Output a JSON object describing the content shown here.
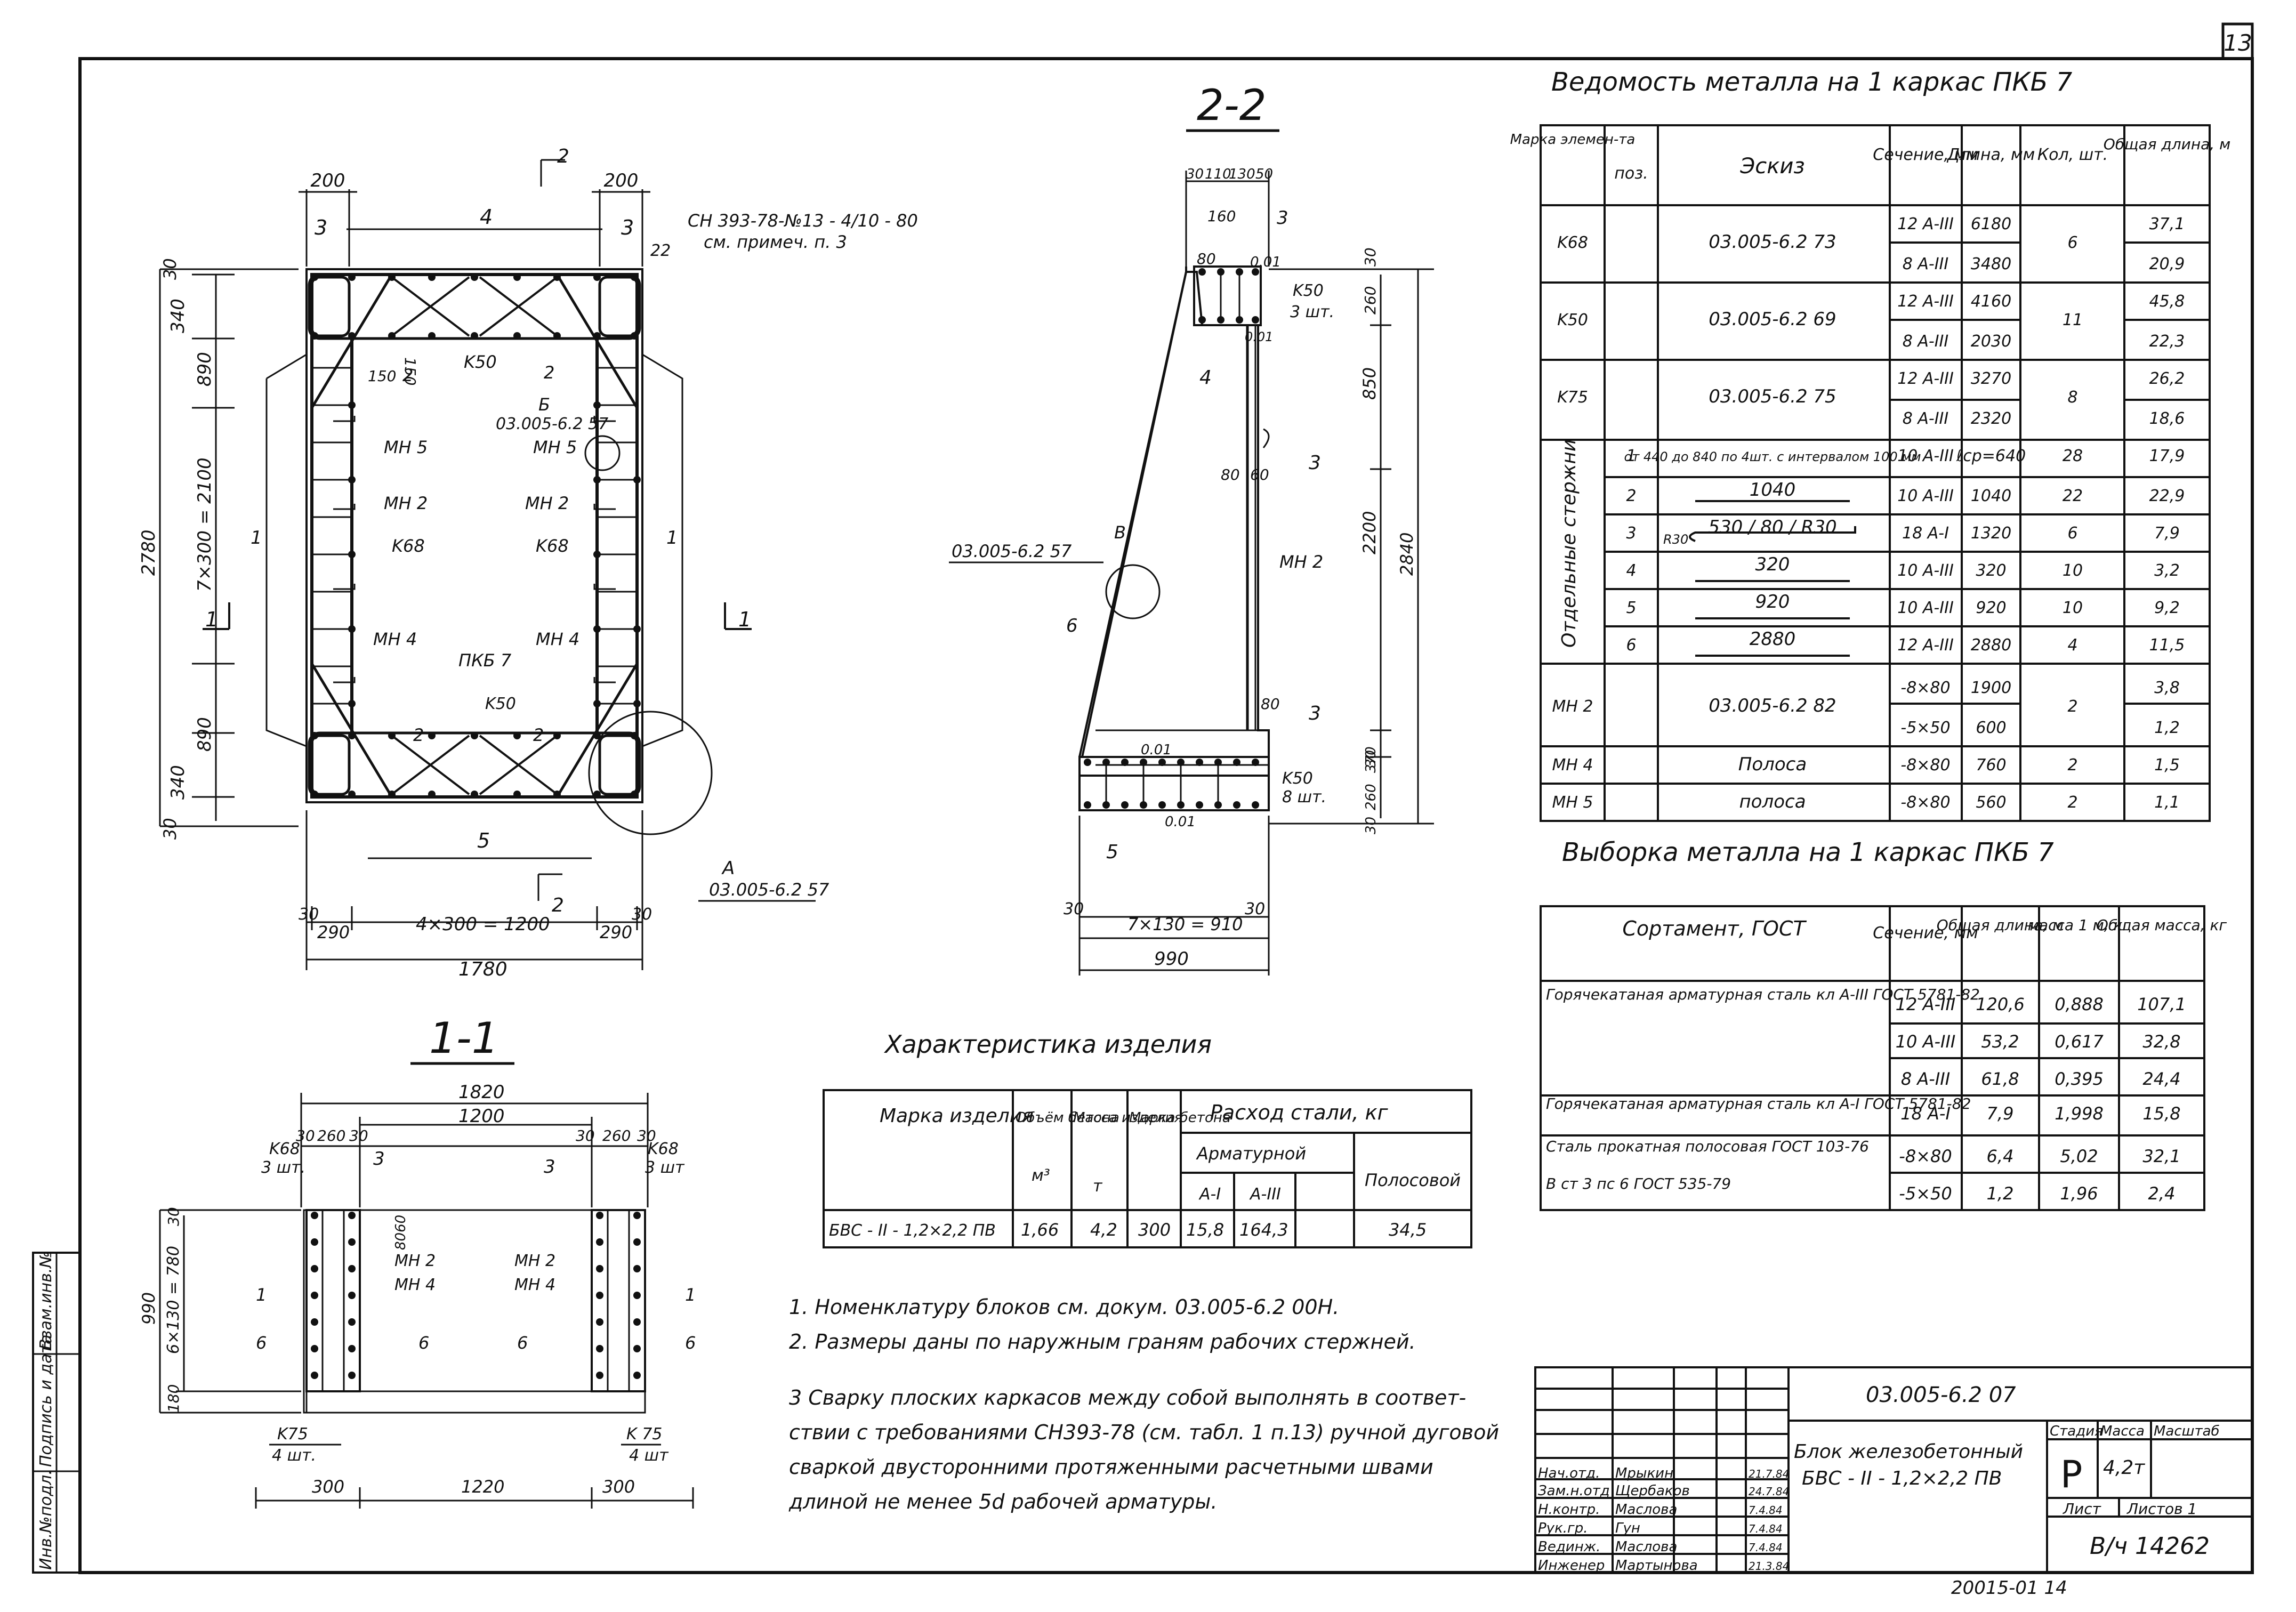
{
  "sheet_number": "13",
  "left_stamp": [
    "Инв.№подл.",
    "Подпись и дата",
    "Взам.инв.№"
  ],
  "views": {
    "plan": {
      "left_top": "200",
      "right_top": "200",
      "label_3l": "3",
      "label_4": "4",
      "label_3r": "3",
      "note": "СН 393-78-№13 - 4/10 - 80",
      "note2": "см. примеч. п. 3",
      "label_22": "22",
      "label_2_top": "2",
      "label_2_bot": "2",
      "dims_left": [
        "30",
        "340",
        "890",
        "7×300 = 2100",
        "2780",
        "890",
        "340",
        "30"
      ],
      "inner": [
        "150",
        "150",
        "2",
        "K50",
        "2",
        "Б",
        "03.005-6.2 57",
        "МН 5",
        "МН 5",
        "МН 2",
        "МН 2",
        "K68",
        "K68",
        "МН 4",
        "МН 4",
        "1",
        "1",
        "ПКБ 7",
        "K50",
        "2",
        "2"
      ],
      "section_1": "1",
      "label_5": "5",
      "callout_A": "А",
      "callout_A_ref": "03.005-6.2 57",
      "bottom_dims": [
        "30",
        "290",
        "4×300 = 1200",
        "290",
        "30"
      ],
      "total_width": "1780"
    },
    "section_22": {
      "title": "2-2",
      "top_dims": [
        "30",
        "110",
        "130",
        "50"
      ],
      "d160": "160",
      "l3a": "3",
      "l80": "80",
      "l001a": "0.01",
      "k50a": "K50",
      "k50a_q": "3 шт.",
      "l001b": "0.01",
      "d30a": "30",
      "d260a": "260",
      "l4": "4",
      "d850": "850",
      "l3b": "3",
      "d80": "80",
      "d60": "60",
      "callout_B": "В",
      "callout_B_ref": "03.005-6.2 57",
      "mn2": "МН 2",
      "d2200": "2200",
      "d2840": "2840",
      "l6": "6",
      "l80b": "80",
      "l3c": "3",
      "l001c": "0.01",
      "l001d": "0.01",
      "k50b": "K50",
      "k50b_q": "8 шт.",
      "d370": "370",
      "d30b": "30",
      "d260b": "260",
      "d30c": "30",
      "l5": "5",
      "bottom_dims": [
        "30",
        "7×130 = 910",
        "30"
      ],
      "total_width": "990"
    },
    "section_11": {
      "title": "1-1",
      "dims_top": [
        "1820",
        "1200",
        "30",
        "260",
        "30",
        "30",
        "260",
        "30"
      ],
      "k68l": "K68",
      "k68l_q": "3 шт.",
      "k68r": "K68",
      "k68r_q": "3 шт",
      "l3l": "3",
      "l3r": "3",
      "dims_left": [
        "30",
        "6×130 = 780",
        "990",
        "180"
      ],
      "d8060": "8060",
      "mn2r": "МН 2",
      "mn4r": "МН 4",
      "mn2l": "МН 2",
      "mn4l": "МН 4",
      "l1l": "1",
      "l1r": "1",
      "l6a": "6",
      "l6b": "6",
      "l6c": "6",
      "l6d": "6",
      "k75l": "K75",
      "k75l_q": "4 шт.",
      "k75r": "K 75",
      "k75r_q": "4 шт",
      "bottom": [
        "300",
        "1220",
        "300"
      ]
    }
  },
  "metal_list": {
    "title": "Ведомость металла на 1 каркас ПКБ 7",
    "headers": [
      "Марка элемен-та",
      "поз.",
      "Эскиз",
      "Сечение, мм",
      "Длина, мм",
      "Кол, шт.",
      "Общая длина, м"
    ],
    "rows": [
      [
        "K68",
        "",
        "03.005-6.2 73",
        "12 A-III",
        "6180",
        "6",
        "37,1"
      ],
      [
        "",
        "",
        "",
        "8 A-III",
        "3480",
        "",
        "20,9"
      ],
      [
        "K50",
        "",
        "03.005-6.2 69",
        "12 A-III",
        "4160",
        "11",
        "45,8"
      ],
      [
        "",
        "",
        "",
        "8 A-III",
        "2030",
        "",
        "22,3"
      ],
      [
        "K75",
        "",
        "03.005-6.2 75",
        "12 A-III",
        "3270",
        "8",
        "26,2"
      ],
      [
        "",
        "",
        "",
        "8 A-III",
        "2320",
        "",
        "18,6"
      ],
      [
        "",
        "1",
        "от 440 до 840 по 4шт. с интервалом 100 мм",
        "10 A-III",
        "ℓср=640",
        "28",
        "17,9"
      ],
      [
        "",
        "2",
        "1040",
        "10 A-III",
        "1040",
        "22",
        "22,9"
      ],
      [
        "",
        "3",
        "530 / 80 / R30",
        "18 A-I",
        "1320",
        "6",
        "7,9"
      ],
      [
        "",
        "4",
        "320",
        "10 A-III",
        "320",
        "10",
        "3,2"
      ],
      [
        "",
        "5",
        "920",
        "10 A-III",
        "920",
        "10",
        "9,2"
      ],
      [
        "",
        "6",
        "2880",
        "12 A-III",
        "2880",
        "4",
        "11,5"
      ],
      [
        "МН 2",
        "",
        "03.005-6.2 82",
        "-8×80",
        "1900",
        "2",
        "3,8"
      ],
      [
        "",
        "",
        "",
        "-5×50",
        "600",
        "",
        "1,2"
      ],
      [
        "МН 4",
        "",
        "Полоса",
        "-8×80",
        "760",
        "2",
        "1,5"
      ],
      [
        "МН 5",
        "",
        "полоса",
        "-8×80",
        "560",
        "2",
        "1,1"
      ]
    ],
    "group_label": "Отдельные стержни",
    "r30": "R30"
  },
  "metal_select": {
    "title": "Выборка металла на 1 каркас ПКБ 7",
    "headers": [
      "Сортамент, ГОСТ",
      "Сечение, мм",
      "Общая длина, м",
      "масса 1 м, кг",
      "Общая масса, кг"
    ],
    "rows": [
      [
        "Горячекатаная арматурная сталь кл A-III ГОСТ 5781-82",
        "12 A-III",
        "120,6",
        "0,888",
        "107,1"
      ],
      [
        "",
        "10 A-III",
        "53,2",
        "0,617",
        "32,8"
      ],
      [
        "",
        "8 A-III",
        "61,8",
        "0,395",
        "24,4"
      ],
      [
        "Горячекатаная арматурная сталь кл A-I ГОСТ 5781-82",
        "18 A-I",
        "7,9",
        "1,998",
        "15,8"
      ],
      [
        "Сталь прокатная полосовая ГОСТ 103-76",
        "-8×80",
        "6,4",
        "5,02",
        "32,1"
      ],
      [
        "В ст 3 пс 6 ГОСТ 535-79",
        "-5×50",
        "1,2",
        "1,96",
        "2,4"
      ]
    ]
  },
  "characteristics": {
    "title": "Характеристика изделия",
    "headers": [
      "Марка изделия",
      "Объём бетона",
      "Масса изделия",
      "Марка бетона",
      "Расход стали, кг",
      "Арматурной",
      "Полосовой",
      "A-I",
      "A-III",
      "м³",
      "т"
    ],
    "row": [
      "БВС - II - 1,2×2,2 ПВ",
      "1,66",
      "4,2",
      "300",
      "15,8",
      "164,3",
      "34,5"
    ]
  },
  "notes": [
    "1. Номенклатуру          блоков см. докум. 03.005-6.2 00Н.",
    "2. Размеры даны по наружным граням рабочих стержней.",
    "3 Сварку плоских каркасов между собой выполнять в соответ-",
    "ствии с требованиями СН393-78 (см. табл. 1 п.13) ручной дуговой",
    "сваркой двусторонними протяженными расчетными швами",
    "длиной не менее 5d рабочей арматуры."
  ],
  "title_block": {
    "code": "03.005-6.2 07",
    "name_line1": "Блок железобетонный",
    "name_line2": "БВС - II - 1,2×2,2 ПВ",
    "stage_h": "Стадия",
    "mass_h": "Масса",
    "scale_h": "Масштаб",
    "stage": "Р",
    "mass": "4,2т",
    "sheet_h": "Лист",
    "sheets_h": "Листов 1",
    "archive": "В/ч 14262",
    "roles": [
      "Нач.отд.",
      "Зам.н.отд",
      "Н.контр.",
      "Рук.гр.",
      "Вединж.",
      "Инженер"
    ],
    "names": [
      "Мрыкин",
      "Щербаков",
      "Маслова",
      "Гун",
      "Маслова",
      "Мартынова"
    ],
    "dates": [
      "21.7.84",
      "24.7.84",
      "7.4.84",
      "7.4.84",
      "7.4.84",
      "21.3.84"
    ],
    "bottom_code": "20015-01 14"
  }
}
